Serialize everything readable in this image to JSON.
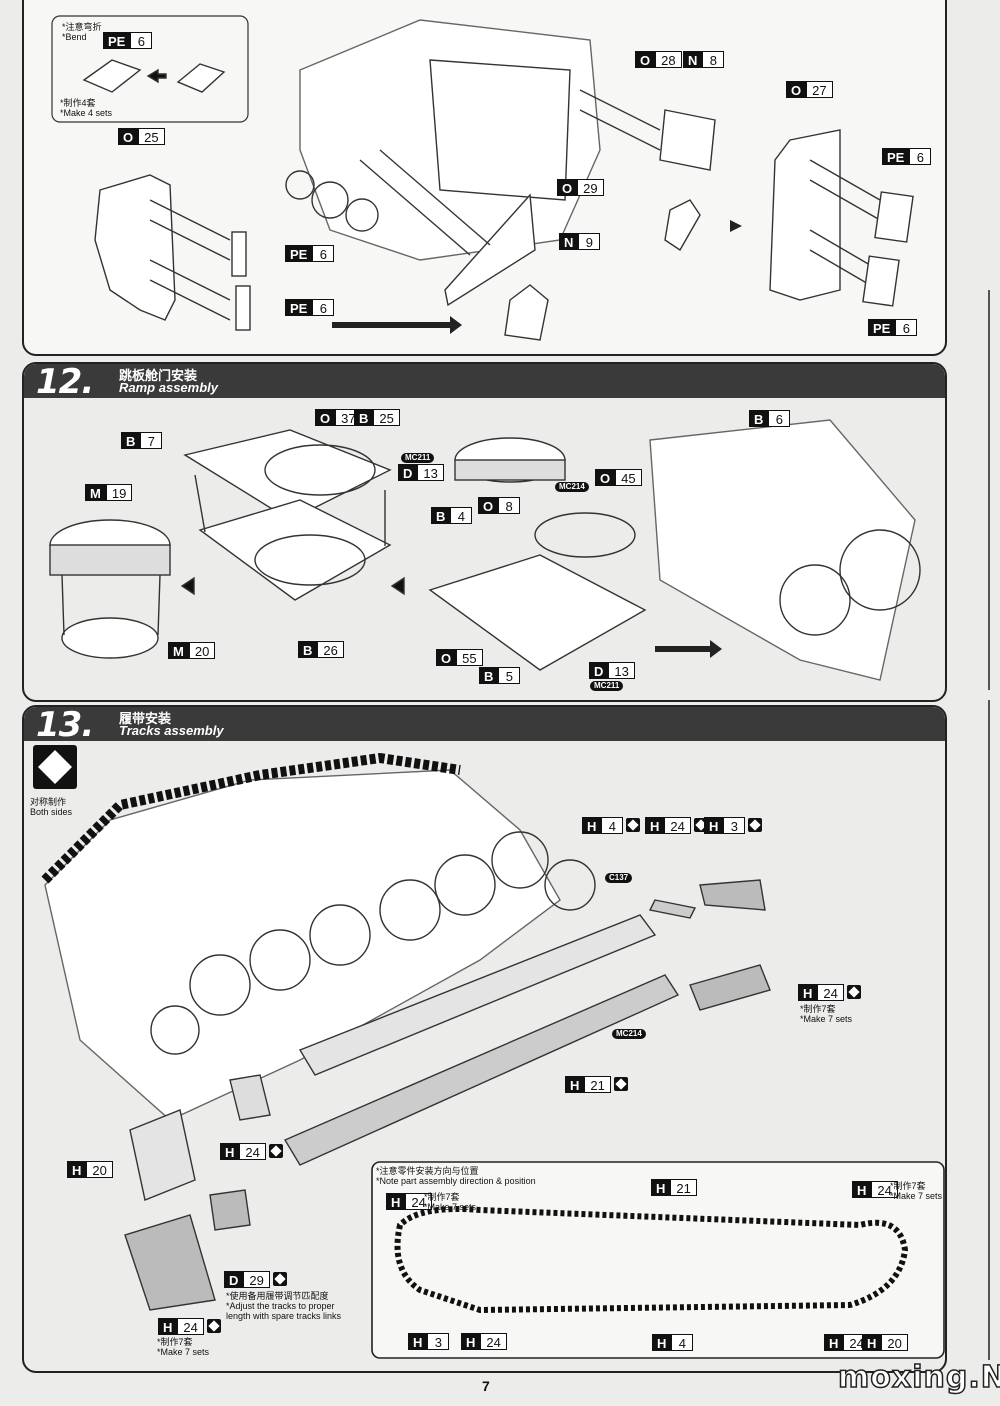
{
  "page_number": "7",
  "watermark": "moxing.NET",
  "step11_partial": {
    "bend_note": {
      "zh": "*注意弯折",
      "en": "*Bend",
      "make_zh": "*制作4套",
      "make_en": "*Make 4 sets"
    },
    "parts": {
      "pe6_a": {
        "k": "PE",
        "n": "6"
      },
      "o25": {
        "k": "O",
        "n": "25"
      },
      "pe6_b": {
        "k": "PE",
        "n": "6"
      },
      "pe6_c": {
        "k": "PE",
        "n": "6"
      },
      "o28": {
        "k": "O",
        "n": "28"
      },
      "n8": {
        "k": "N",
        "n": "8"
      },
      "o29": {
        "k": "O",
        "n": "29"
      },
      "n9": {
        "k": "N",
        "n": "9"
      },
      "o27": {
        "k": "O",
        "n": "27"
      },
      "pe6_d": {
        "k": "PE",
        "n": "6"
      },
      "pe6_e": {
        "k": "PE",
        "n": "6"
      }
    }
  },
  "step12": {
    "number": "12.",
    "title_zh": "跳板舱门安装",
    "title_en": "Ramp assembly",
    "parts": {
      "b7": {
        "k": "B",
        "n": "7"
      },
      "o37": {
        "k": "O",
        "n": "37"
      },
      "b25": {
        "k": "B",
        "n": "25"
      },
      "m19": {
        "k": "M",
        "n": "19"
      },
      "m20": {
        "k": "M",
        "n": "20"
      },
      "b26": {
        "k": "B",
        "n": "26"
      },
      "d13a": {
        "k": "D",
        "n": "13"
      },
      "b4": {
        "k": "B",
        "n": "4"
      },
      "o8": {
        "k": "O",
        "n": "8"
      },
      "o45": {
        "k": "O",
        "n": "45"
      },
      "o55": {
        "k": "O",
        "n": "55"
      },
      "b5": {
        "k": "B",
        "n": "5"
      },
      "d13b": {
        "k": "D",
        "n": "13"
      },
      "b6": {
        "k": "B",
        "n": "6"
      }
    },
    "paints": {
      "mc211a": "MC211",
      "mc214": "MC214",
      "mc211b": "MC211"
    }
  },
  "step13": {
    "number": "13.",
    "title_zh": "履带安装",
    "title_en": "Tracks assembly",
    "both_sides_zh": "对称制作",
    "both_sides_en": "Both sides",
    "parts": {
      "h4": {
        "k": "H",
        "n": "4"
      },
      "h24a": {
        "k": "H",
        "n": "24"
      },
      "h3": {
        "k": "H",
        "n": "3"
      },
      "h24b": {
        "k": "H",
        "n": "24"
      },
      "h21": {
        "k": "H",
        "n": "21"
      },
      "h20": {
        "k": "H",
        "n": "20"
      },
      "h24c": {
        "k": "H",
        "n": "24"
      },
      "d29": {
        "k": "D",
        "n": "29"
      },
      "h24d": {
        "k": "H",
        "n": "24"
      }
    },
    "paints": {
      "c137": "C137",
      "mc214": "MC214"
    },
    "make7_b": {
      "zh": "*制作7套",
      "en": "*Make 7 sets"
    },
    "make7_d": {
      "zh": "*制作7套",
      "en": "*Make 7 sets"
    },
    "adjust": {
      "zh": "*使用备用履带调节匹配度",
      "en1": "*Adjust the tracks to proper",
      "en2": "length with spare tracks links"
    },
    "inset": {
      "title_zh": "*注意零件安装方向与位置",
      "title_en": "*Note part assembly direction & position",
      "make_left": {
        "zh": "*制作7套",
        "en": "*Make 7 sets"
      },
      "make_right": {
        "zh": "*制作7套",
        "en": "*Make 7 sets"
      },
      "parts": {
        "h24_l": {
          "k": "H",
          "n": "24"
        },
        "h21": {
          "k": "H",
          "n": "21"
        },
        "h24_r": {
          "k": "H",
          "n": "24"
        },
        "h3": {
          "k": "H",
          "n": "3"
        },
        "h24_b": {
          "k": "H",
          "n": "24"
        },
        "h4": {
          "k": "H",
          "n": "4"
        },
        "h24_br": {
          "k": "H",
          "n": "24"
        },
        "h20": {
          "k": "H",
          "n": "20"
        }
      }
    }
  }
}
